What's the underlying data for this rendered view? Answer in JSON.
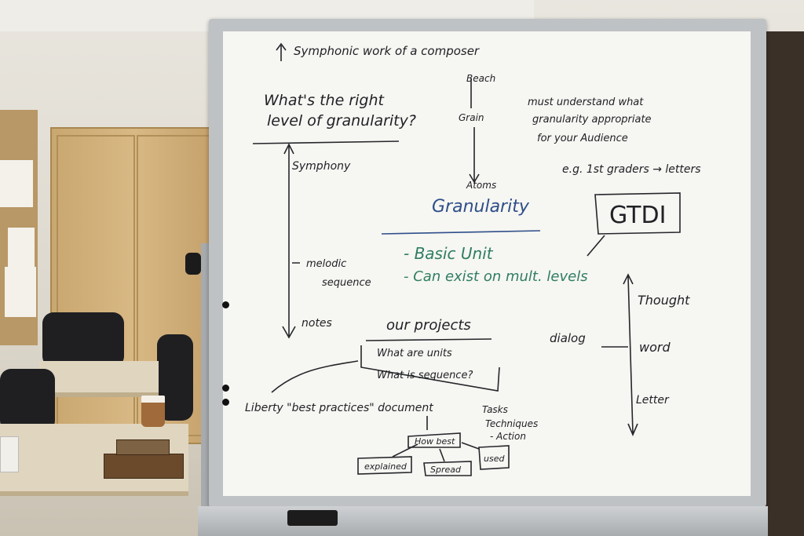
{
  "whiteboard": {
    "arrow_top": "Symphonic work of a composer",
    "beach": "Beach",
    "grain": "Grain",
    "atoms": "Atoms",
    "question_line1": "What's the right",
    "question_line2": "level of granularity?",
    "must_line1": "must understand what",
    "must_line2": "granularity appropriate",
    "must_line3": "for your Audience",
    "example": "e.g. 1st graders → letters",
    "symphony": "Symphony",
    "melodic_line1": "melodic",
    "melodic_line2": "sequence",
    "notes": "notes",
    "granularity": "Granularity",
    "gtdi": "GTDI",
    "basic_unit": "- Basic Unit",
    "can_exist": "- Can exist on mult. levels",
    "thought": "Thought",
    "word": "word",
    "letter": "Letter",
    "dialog": "dialog",
    "our_projects": "our projects",
    "what_are_units": "What are units",
    "what_is_sequence": "What is sequence?",
    "liberty": "Liberty \"best practices\" document",
    "tasks_line1": "Tasks",
    "tasks_line2": "Techniques",
    "tasks_line3": "- Action",
    "how_best": "How best",
    "explained": "explained",
    "spread": "Spread",
    "used": "used"
  },
  "colors": {
    "black_marker": "#202226",
    "green_marker": "#2f7d62",
    "blue_marker": "#2f4f8a"
  }
}
